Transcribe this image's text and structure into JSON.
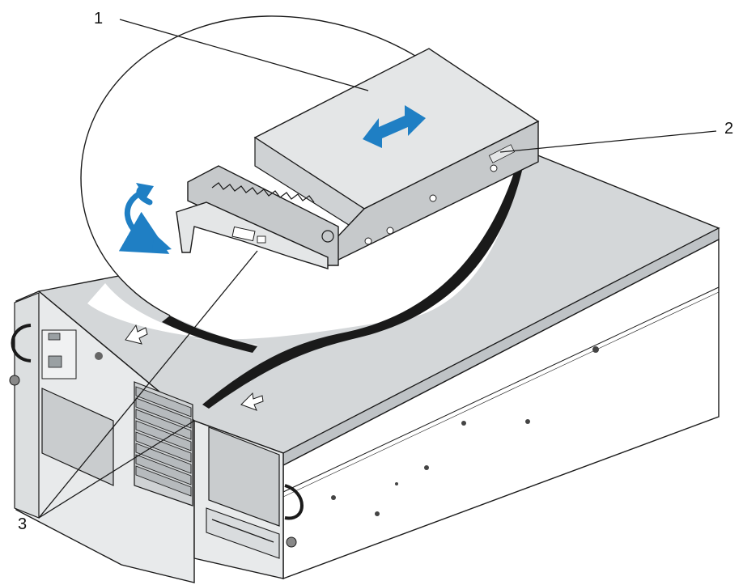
{
  "callouts": [
    {
      "number": "1"
    },
    {
      "number": "2"
    },
    {
      "number": "3"
    }
  ],
  "colors": {
    "outline": "#1a1a1a",
    "chassis_top": "#d4d7d9",
    "chassis_front": "#e8eaeb",
    "chassis_side": "#ffffff",
    "bay_face": "#cfd2d4",
    "carrier_body": "#c6c9cb",
    "carrier_top": "#e4e6e7",
    "arrow_blue": "#1f7fc4",
    "background": "#ffffff"
  },
  "icons": [
    "slide-direction-arrow",
    "rotate-direction-arrow",
    "drive-bay-slot",
    "rack-handle",
    "screw"
  ]
}
